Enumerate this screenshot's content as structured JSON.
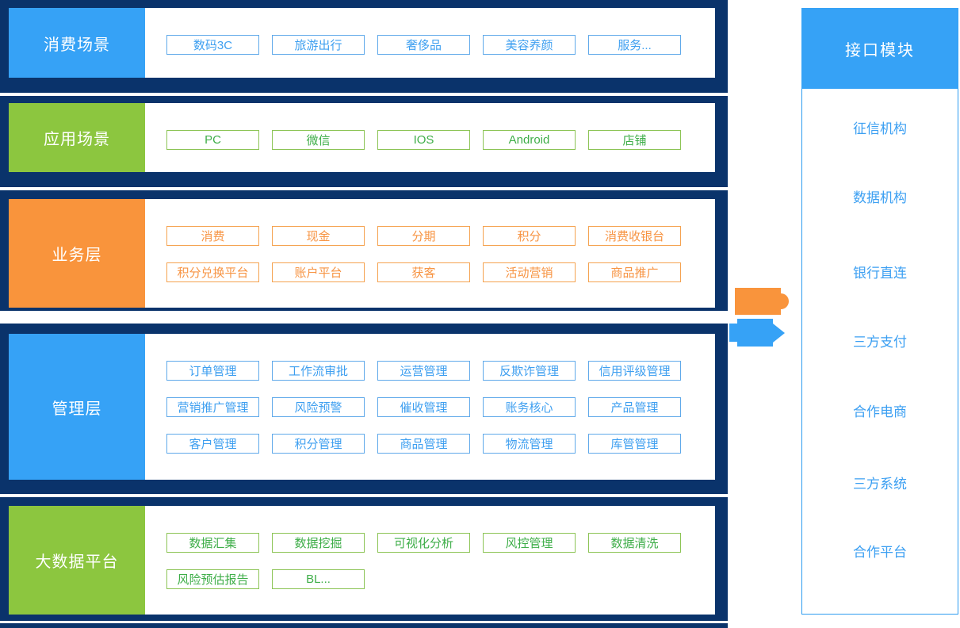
{
  "colors": {
    "navy_background": "#0A336B",
    "blue_accent": "#36A2F6",
    "green_accent": "#8CC63F",
    "orange_accent": "#F9943C",
    "blue_chip_border": "#5FA9EA",
    "blue_chip_text": "#3E9FF0",
    "green_chip_border": "#8CC455",
    "green_chip_text": "#3FAE49",
    "orange_chip_border": "#F5A24F",
    "orange_chip_text": "#F79443",
    "panel_item_text": "#3B9FF2"
  },
  "layers": [
    {
      "id": "consumer-scenes",
      "label": "消费场景",
      "theme": "blue",
      "rows": [
        [
          "数码3C",
          "旅游出行",
          "奢侈品",
          "美容养颜",
          "服务..."
        ]
      ]
    },
    {
      "id": "app-scenes",
      "label": "应用场景",
      "theme": "green",
      "rows": [
        [
          "PC",
          "微信",
          "IOS",
          "Android",
          "店铺"
        ]
      ]
    },
    {
      "id": "business-layer",
      "label": "业务层",
      "theme": "orange",
      "rows": [
        [
          "消费",
          "现金",
          "分期",
          "积分",
          "消费收银台"
        ],
        [
          "积分兑换平台",
          "账户平台",
          "获客",
          "活动营销",
          "商品推广"
        ]
      ]
    },
    {
      "id": "management-layer",
      "label": "管理层",
      "theme": "blue",
      "rows": [
        [
          "订单管理",
          "工作流审批",
          "运营管理",
          "反欺诈管理",
          "信用评级管理"
        ],
        [
          "营销推广管理",
          "风险预警",
          "催收管理",
          "账务核心",
          "产品管理"
        ],
        [
          "客户管理",
          "积分管理",
          "商品管理",
          "物流管理",
          "库管管理"
        ]
      ]
    },
    {
      "id": "bigdata-platform",
      "label": "大数据平台",
      "theme": "green",
      "rows": [
        [
          "数据汇集",
          "数据挖掘",
          "可视化分析",
          "风控管理",
          "数据清洗"
        ],
        [
          "风险预估报告",
          "BL..."
        ]
      ]
    }
  ],
  "interface_panel": {
    "title": "接口模块",
    "items": [
      "征信机构",
      "数据机构",
      "银行直连",
      "三方支付",
      "合作电商",
      "三方系统",
      "合作平台"
    ]
  },
  "connectors": {
    "orange": "orange-connector",
    "blue": "blue-arrow-connector"
  }
}
